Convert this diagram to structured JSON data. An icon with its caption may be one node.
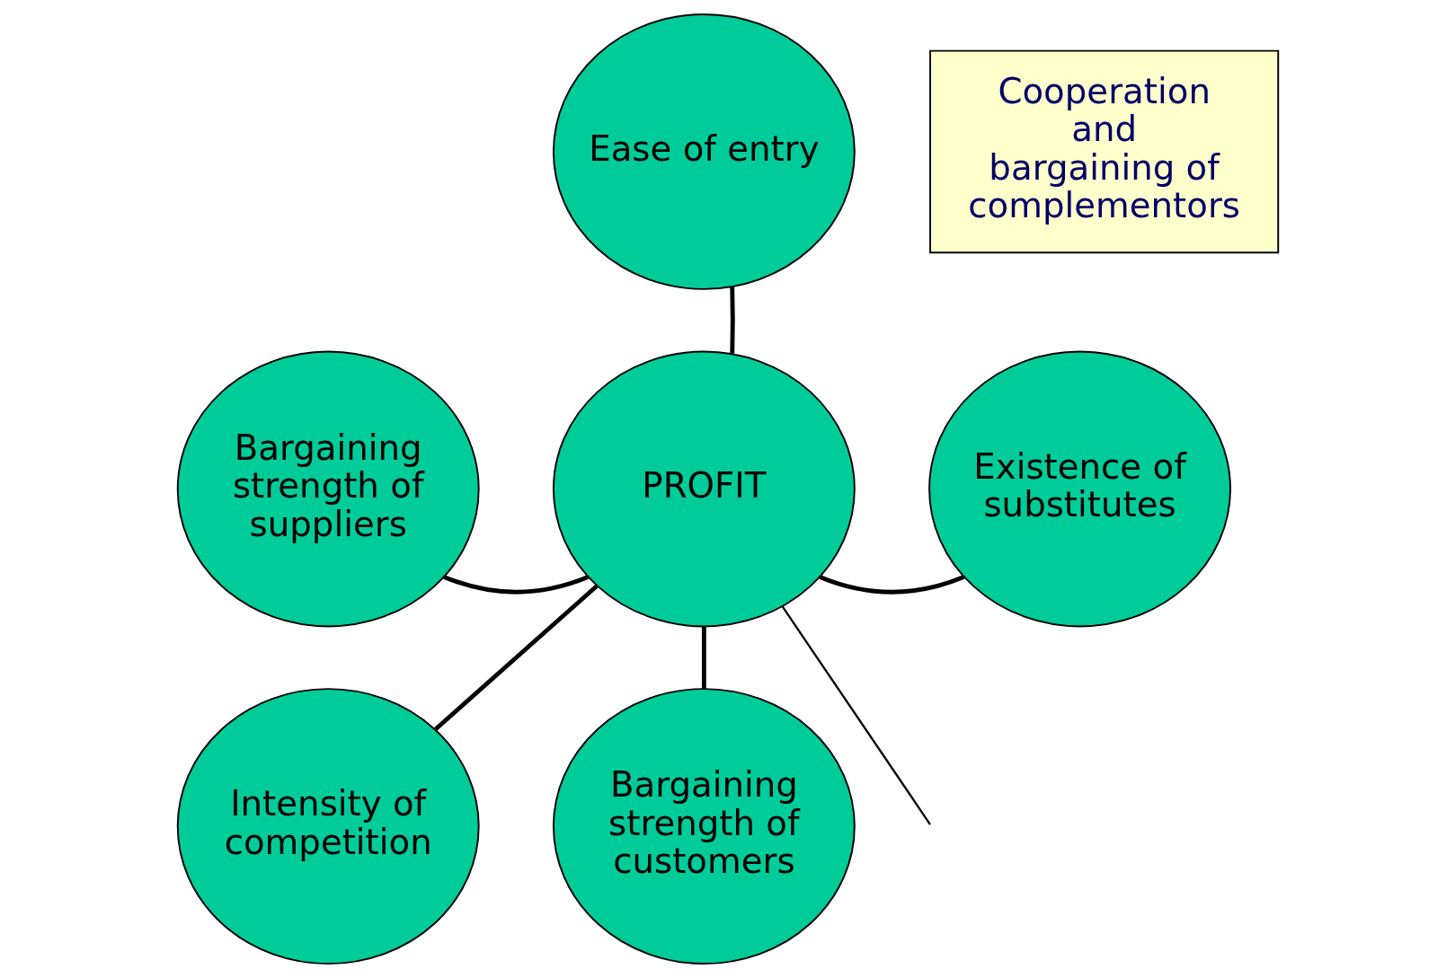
{
  "diagram": {
    "nodes": [
      {
        "text": [
          "Ease of entry"
        ]
      },
      {
        "text": [
          "Bargaining strength of suppliers"
        ]
      },
      {
        "text": [
          "Existence of substitutes"
        ]
      },
      {
        "text": [
          "PROFIT"
        ]
      },
      {
        "text": [
          "Cooperation and bargaining of complementors"
        ]
      },
      {
        "text": [
          "Intensity of competition"
        ]
      },
      {
        "text": [
          "Bargaining strength of customers"
        ]
      }
    ],
    "edges": [
      {
        "from": 3,
        "to": 0,
        "arrow": "none"
      },
      {
        "from": 3,
        "to": 1,
        "arrow": "none"
      },
      {
        "from": 3,
        "to": 2,
        "arrow": "none"
      },
      {
        "from": 3,
        "to": 5,
        "arrow": "none"
      },
      {
        "from": 3,
        "to": 6,
        "arrow": "none"
      },
      {
        "from": 3,
        "to": null,
        "arrow": "none"
      }
    ]
  }
}
